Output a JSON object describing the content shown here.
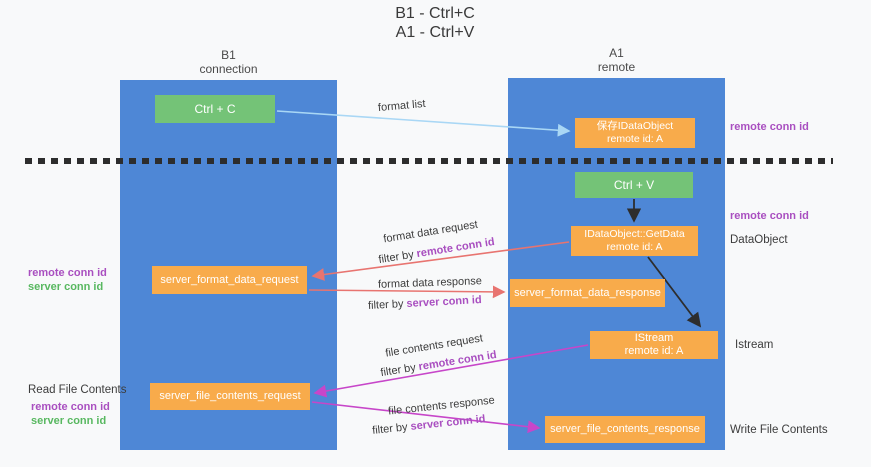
{
  "title": {
    "line1": "B1 - Ctrl+C",
    "line2": "A1 - Ctrl+V"
  },
  "lanes": [
    {
      "name": "B1",
      "subtitle": "connection"
    },
    {
      "name": "A1",
      "subtitle": "remote"
    }
  ],
  "nodes": {
    "ctrl_c": "Ctrl + C",
    "ctrl_v": "Ctrl + V",
    "save_idataobject": {
      "line1": "保存IDataObject",
      "line2": "remote id: A"
    },
    "getdata": {
      "line1": "IDataObject::GetData",
      "line2": "remote id: A"
    },
    "istream": {
      "line1": "IStream",
      "line2": "remote id: A"
    },
    "format_request": "server_format_data_request",
    "format_response": "server_format_data_response",
    "file_request": "server_file_contents_request",
    "file_response": "server_file_contents_response"
  },
  "flow_labels": {
    "format_list": "format list",
    "format_data_request": "format data request",
    "format_data_response": "format data response",
    "file_contents_request": "file contents request",
    "file_contents_response": "file contents response",
    "filter_by": "filter by",
    "remote_conn_id": "remote conn id",
    "server_conn_id": "server conn id"
  },
  "side_labels": {
    "remote_conn_id": "remote conn id",
    "server_conn_id": "server conn id",
    "data_object": "DataObject",
    "istream": "Istream",
    "read_file_contents": "Read File Contents",
    "write_file_contents": "Write File Contents"
  },
  "colors": {
    "lane_blue": "#4e87d6",
    "box_green": "#74c377",
    "box_orange": "#f8ab4b",
    "arrow_light_blue": "#a9d7f5",
    "arrow_red": "#e87470",
    "arrow_magenta": "#c746c9",
    "arrow_black": "#2d2d2d",
    "label_purple": "#a94fc0",
    "label_green": "#58b860",
    "background": "#f8f9fa"
  }
}
